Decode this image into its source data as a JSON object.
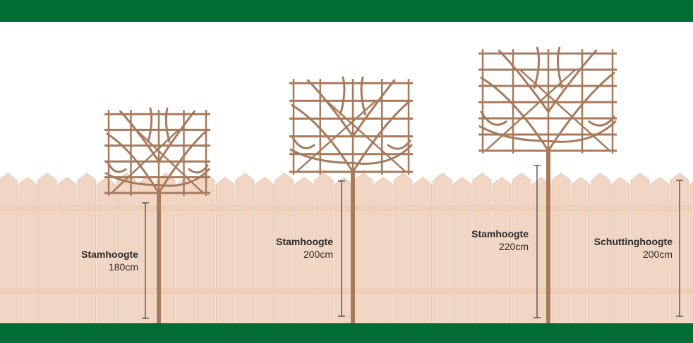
{
  "colors": {
    "band": "#006b34",
    "fence": "#f2d6c4",
    "fence_line": "#e7c2ab",
    "fence_rail": "#ecccb7",
    "trunk": "#a77a5c",
    "trellis": "#a77a5c",
    "measure": "#3a3a3a"
  },
  "measurements": [
    {
      "title": "Stamhoogte",
      "value": "180cm"
    },
    {
      "title": "Stamhoogte",
      "value": "200cm"
    },
    {
      "title": "Stamhoogte",
      "value": "220cm"
    },
    {
      "title": "Schuttinghoogte",
      "value": "200cm"
    }
  ]
}
